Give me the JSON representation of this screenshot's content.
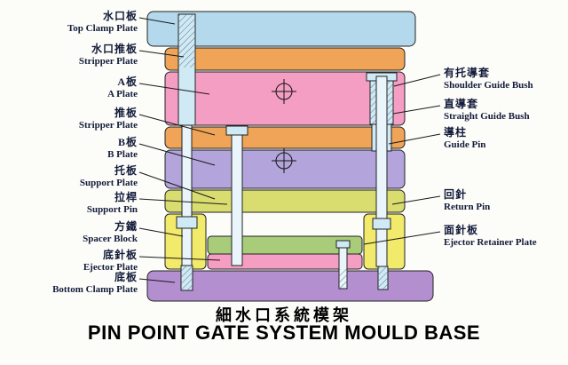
{
  "diagram_title": {
    "zh": "細水口系統模架",
    "en": "PIN POINT GATE SYSTEM MOULD BASE"
  },
  "left_labels": [
    {
      "zh": "水口板",
      "en": "Top Clamp Plate"
    },
    {
      "zh": "水口推板",
      "en": "Stripper Plate"
    },
    {
      "zh": "A板",
      "en": "A Plate"
    },
    {
      "zh": "推板",
      "en": "Stripper Plate"
    },
    {
      "zh": "B板",
      "en": "B Plate"
    },
    {
      "zh": "托板",
      "en": "Support Plate"
    },
    {
      "zh": "拉桿",
      "en": "Support Pin"
    },
    {
      "zh": "方鐵",
      "en": "Spacer Block"
    },
    {
      "zh": "底針板",
      "en": "Ejector Plate"
    },
    {
      "zh": "底板",
      "en": "Bottom Clamp Plate"
    }
  ],
  "right_labels": [
    {
      "zh": "有托導套",
      "en": "Shoulder Guide Bush"
    },
    {
      "zh": "直導套",
      "en": "Straight Guide Bush"
    },
    {
      "zh": "導柱",
      "en": "Guide Pin"
    },
    {
      "zh": "回針",
      "en": "Return Pin"
    },
    {
      "zh": "面針板",
      "en": "Ejector Retainer Plate"
    }
  ],
  "colors": {
    "top_clamp_plate": "#b5d9ec",
    "stripper_plate_upper": "#f0a457",
    "a_plate": "#f59ec4",
    "stripper_plate_lower": "#f0a457",
    "b_plate": "#b3a5dc",
    "support_plate": "#d9dd70",
    "spacer_block": "#f2ea6a",
    "ejector_retainer_plate": "#a8cc7a",
    "ejector_plate": "#f59ec4",
    "bottom_clamp_plate": "#b48fd0",
    "pin_fill": "#cfe9f5",
    "pin_light": "#e9f5fb",
    "line": "#1a1a1a",
    "label_text": "#131c3a"
  }
}
